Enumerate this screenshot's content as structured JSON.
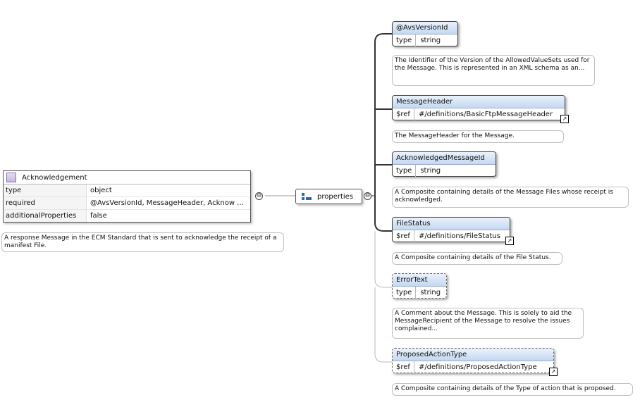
{
  "root": {
    "title": "Acknowledgement",
    "rows": [
      {
        "key": "type",
        "value": "object"
      },
      {
        "key": "required",
        "value": "@AvsVersionId, MessageHeader, Acknow ..."
      },
      {
        "key": "additionalProperties",
        "value": "false"
      }
    ],
    "description": "A response Message in the ECM Standard that is sent to acknowledge the receipt of a manifest File."
  },
  "properties_node": {
    "label": "properties"
  },
  "collapse_symbol": "⊖",
  "link_symbol": "↗",
  "children": [
    {
      "name": "@AvsVersionId",
      "key": "type",
      "value": "string",
      "description": "The Identifier of the Version of the AllowedValueSets used for the Message. This is represented in an XML schema as an..."
    },
    {
      "name": "MessageHeader",
      "key": "$ref",
      "value": "#/definitions/BasicFtpMessageHeader",
      "description": "The MessageHeader for the Message."
    },
    {
      "name": "AcknowledgedMessageId",
      "key": "type",
      "value": "string",
      "description": "A Composite containing details of the Message Files whose receipt is acknowledged."
    },
    {
      "name": "FileStatus",
      "key": "$ref",
      "value": "#/definitions/FileStatus",
      "description": "A Composite containing details of the File Status."
    },
    {
      "name": "ErrorText",
      "key": "type",
      "value": "string",
      "description": "A Comment about the Message. This is solely to aid the MessageRecipient of the Message to resolve the issues complained..."
    },
    {
      "name": "ProposedActionType",
      "key": "$ref",
      "value": "#/definitions/ProposedActionType",
      "description": "A Composite containing details of the Type of action that is proposed."
    }
  ]
}
